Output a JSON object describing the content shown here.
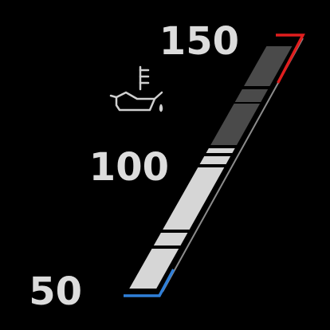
{
  "gauge": {
    "name": "oil-temperature-gauge",
    "icon": "oil-temperature-icon",
    "scale": {
      "min": 50,
      "max": 150,
      "labels": [
        "50",
        "100",
        "150"
      ]
    },
    "reading_level": 0.57,
    "colors": {
      "background": "#000000",
      "label": "#dcdcdc",
      "icon": "#cfcfcf",
      "segment_filled": "#d6d6d6",
      "segment_empty": "#4a4a4a",
      "frame": "#8c8c8c",
      "cold_zone": "#2f7fd8",
      "hot_zone": "#e01e1e"
    }
  }
}
